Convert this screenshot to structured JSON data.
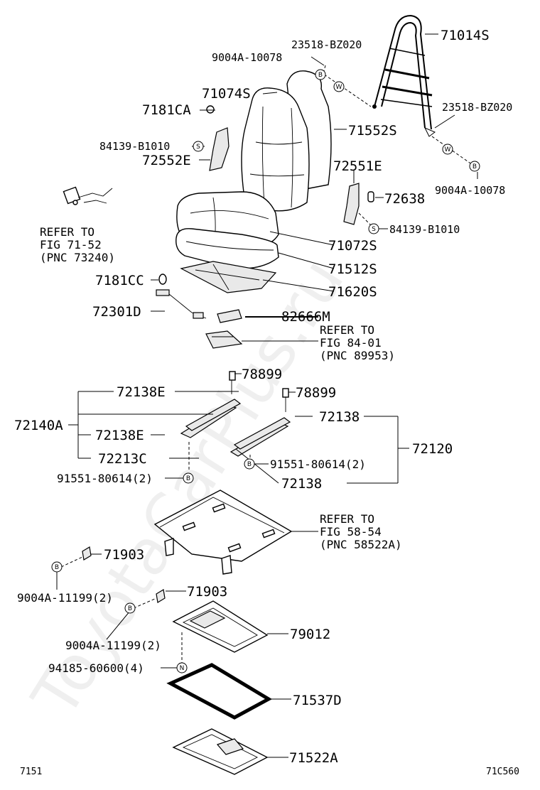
{
  "watermark": "ToyotaCarPlus.ru",
  "footer": {
    "left": "7151",
    "right": "71C560"
  },
  "labels": {
    "p71014S": "71014S",
    "p23518_top": "23518-BZ020",
    "p9004A_top": "9004A-10078",
    "p71074S": "71074S",
    "p7181CA": "7181CA",
    "p71552S": "71552S",
    "p23518_right": "23518-BZ020",
    "p84139_left": "84139-B1010",
    "p72552E": "72552E",
    "p72551E": "72551E",
    "p9004A_right": "9004A-10078",
    "p72638": "72638",
    "p84139_right": "84139-B1010",
    "p71072S": "71072S",
    "p71512S": "71512S",
    "p7181CC": "7181CC",
    "p71620S": "71620S",
    "p72301D": "72301D",
    "p82666M": "82666M",
    "p78899_a": "78899",
    "p72138E_a": "72138E",
    "p78899_b": "78899",
    "p72138_a": "72138",
    "p72140A": "72140A",
    "p72138E_b": "72138E",
    "p72120": "72120",
    "p72213C": "72213C",
    "p91551_right": "91551-80614(2)",
    "p91551_left": "91551-80614(2)",
    "p72138_b": "72138",
    "p71903_a": "71903",
    "p9004A_11199_a": "9004A-11199(2)",
    "p71903_b": "71903",
    "p9004A_11199_b": "9004A-11199(2)",
    "p79012": "79012",
    "p94185": "94185-60600(4)",
    "p71537D": "71537D",
    "p71522A": "71522A"
  },
  "refers": {
    "r1": [
      "REFER TO",
      "FIG 71-52",
      "(PNC 73240)"
    ],
    "r2": [
      "REFER TO",
      "FIG 84-01",
      "(PNC 89953)"
    ],
    "r3": [
      "REFER TO",
      "FIG 58-54",
      "(PNC 58522A)"
    ]
  },
  "marks": {
    "B": "B",
    "W": "W",
    "S": "S",
    "N": "N"
  }
}
